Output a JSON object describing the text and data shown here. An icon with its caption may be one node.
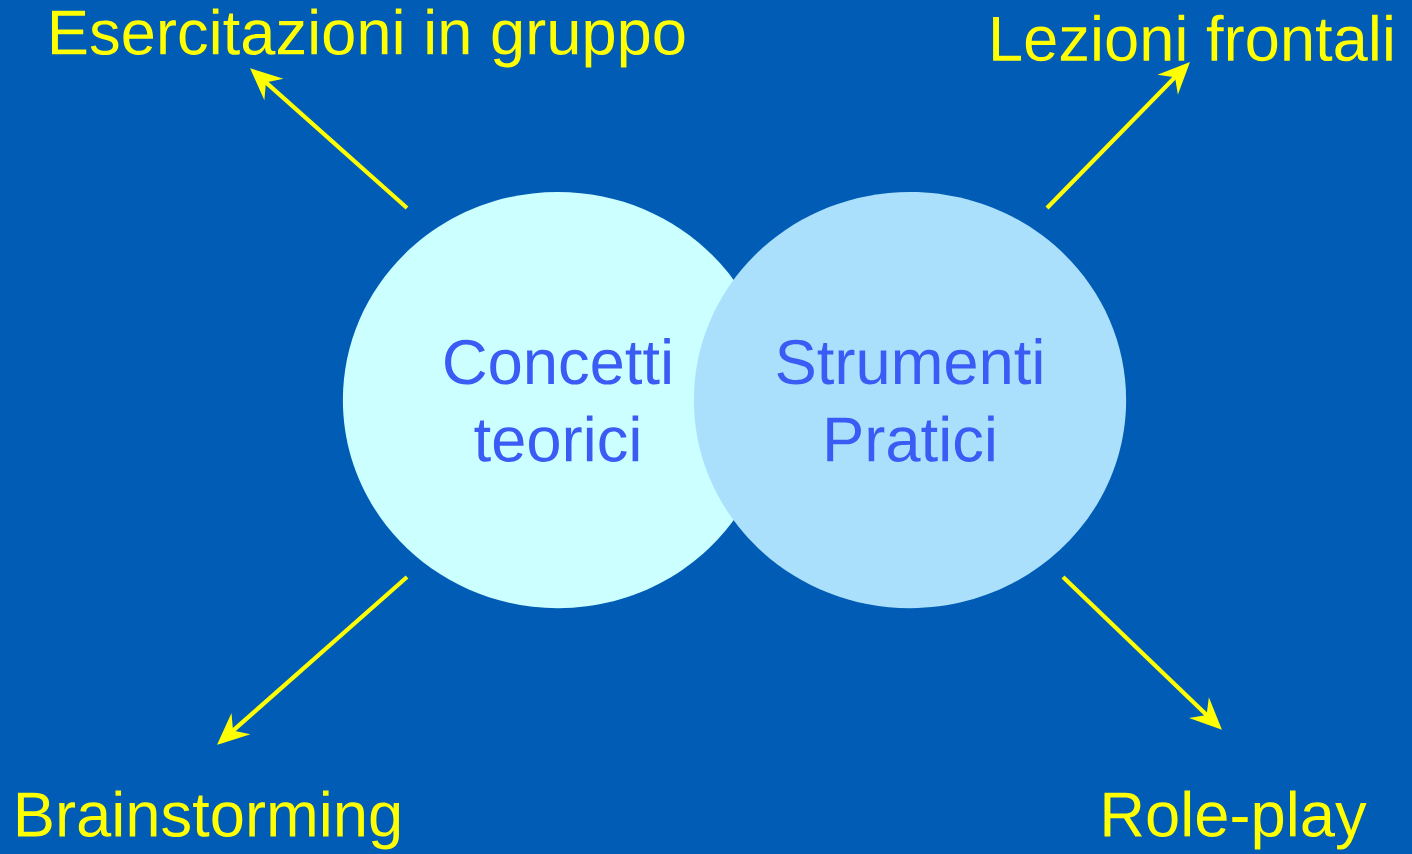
{
  "diagram": {
    "nodes": [
      {
        "text": [
          "Concetti teorici"
        ]
      },
      {
        "text": [
          "Strumenti Pratici"
        ]
      },
      {
        "text": [
          "Esercitazioni in gruppo"
        ]
      },
      {
        "text": [
          "Lezioni frontali"
        ]
      },
      {
        "text": [
          "Brainstorming"
        ]
      },
      {
        "text": [
          "Role-play"
        ]
      }
    ],
    "edges": [
      {
        "from": 0,
        "to": 2,
        "arrow": "to"
      },
      {
        "from": 1,
        "to": 3,
        "arrow": "to"
      },
      {
        "from": 0,
        "to": 4,
        "arrow": "to"
      },
      {
        "from": 1,
        "to": 5,
        "arrow": "to"
      }
    ]
  }
}
